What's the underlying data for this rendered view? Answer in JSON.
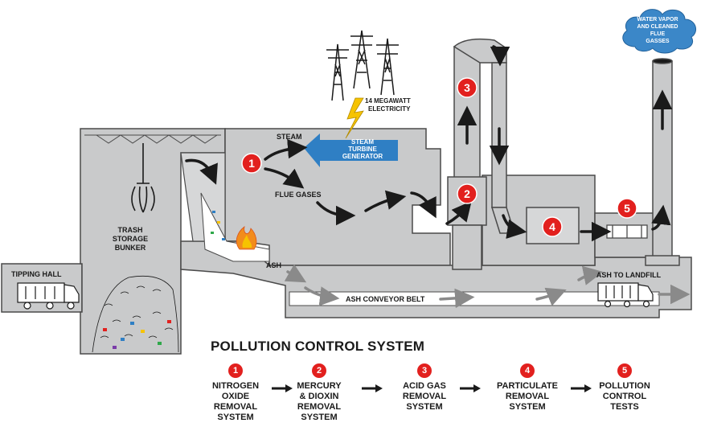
{
  "labels": {
    "tipping_hall": "TIPPING HALL",
    "trash_bunker_1": "TRASH",
    "trash_bunker_2": "STORAGE",
    "trash_bunker_3": "BUNKER",
    "steam": "STEAM",
    "flue_gases": "FLUE GASES",
    "ash": "ASH",
    "ash_conveyor": "ASH CONVEYOR BELT",
    "ash_landfill": "ASH TO LANDFILL",
    "electricity_1": "14 MEGAWATT",
    "electricity_2": "ELECTRICITY",
    "turbine_1": "STEAM",
    "turbine_2": "TURBINE",
    "turbine_3": "GENERATOR",
    "cloud_1": "WATER VAPOR",
    "cloud_2": "AND CLEANED",
    "cloud_3": "FLUE",
    "cloud_4": "GASSES"
  },
  "markers": [
    "1",
    "2",
    "3",
    "4",
    "5"
  ],
  "legend": {
    "title": "POLLUTION CONTROL SYSTEM",
    "steps": [
      {
        "num": "1",
        "text": "NITROGEN\nOXIDE\nREMOVAL\nSYSTEM"
      },
      {
        "num": "2",
        "text": "MERCURY\n& DIOXIN\nREMOVAL\nSYSTEM"
      },
      {
        "num": "3",
        "text": "ACID GAS\nREMOVAL\nSYSTEM"
      },
      {
        "num": "4",
        "text": "PARTICULATE\nREMOVAL\nSYSTEM"
      },
      {
        "num": "5",
        "text": "POLLUTION\nCONTROL\nTESTS"
      }
    ]
  },
  "colors": {
    "building": "#c9cacb",
    "outline": "#4a4a4a",
    "marker": "#e2201e",
    "turbine": "#2f7fc4",
    "cloud": "#3b87c8",
    "arrow": "#1a1a1a",
    "ash_arrow": "#8a8a8a"
  }
}
